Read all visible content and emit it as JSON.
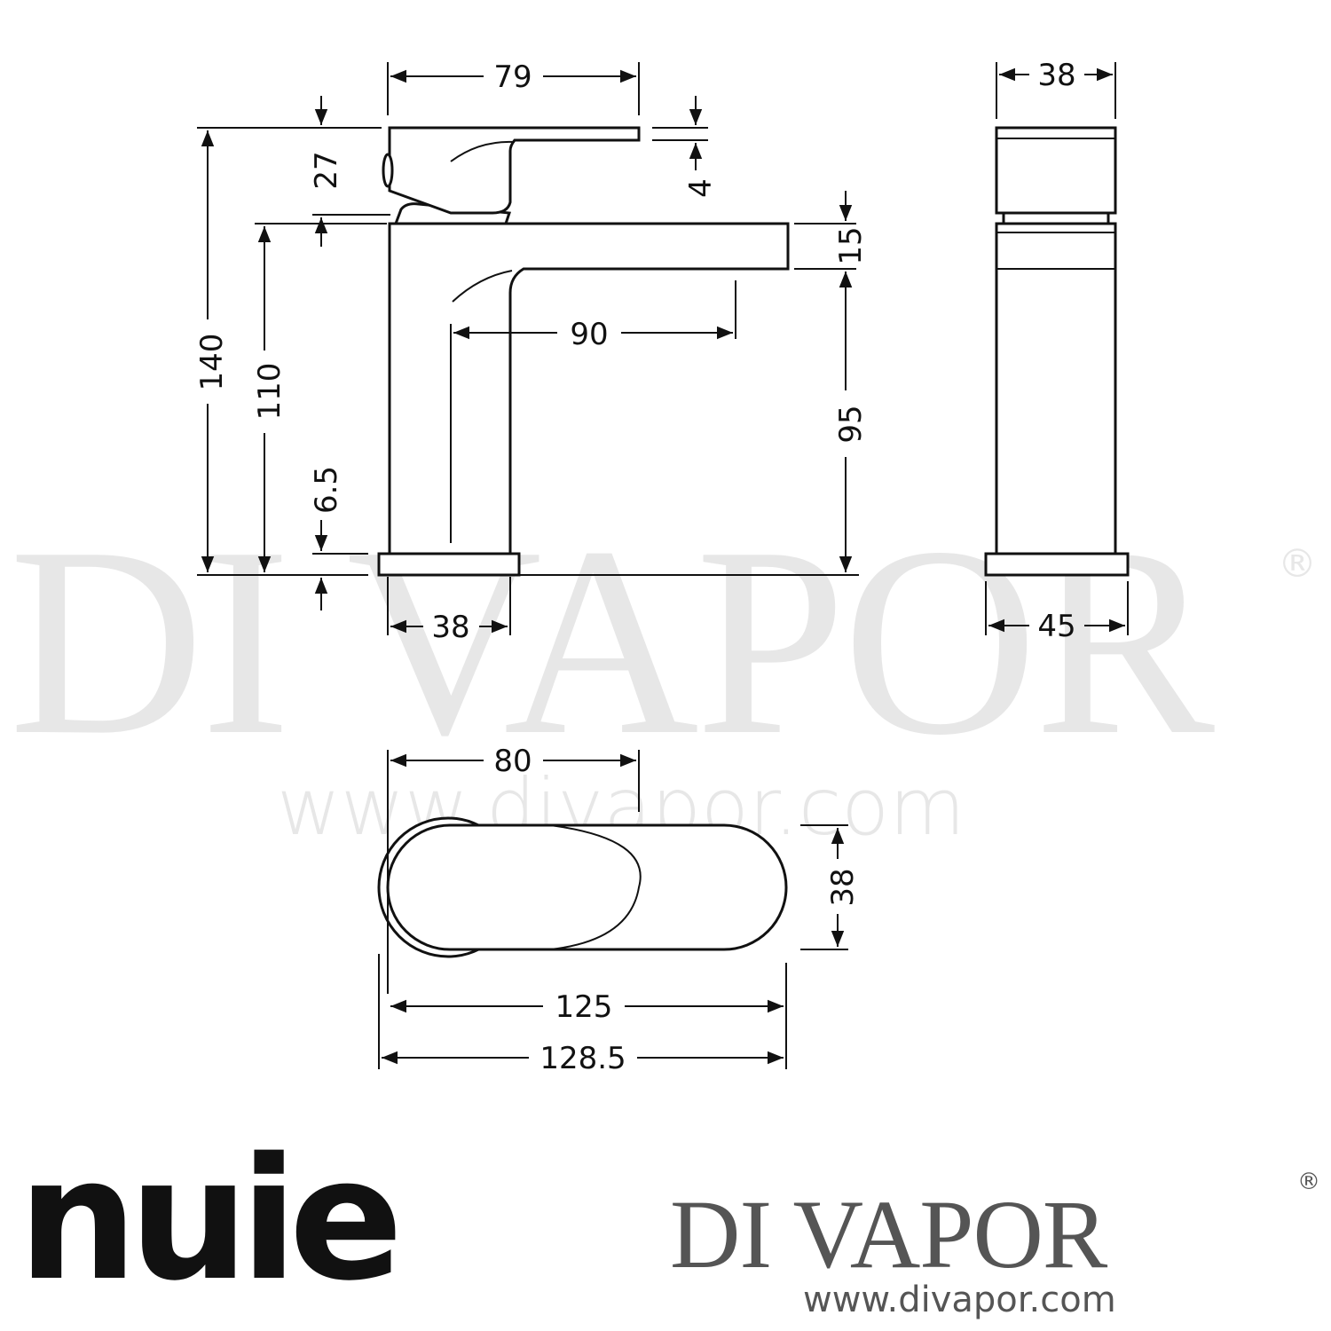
{
  "watermark": {
    "brand": "DI VAPOR",
    "registered": "®",
    "url": "www.divapor.com"
  },
  "dimensions": {
    "side_handle_width": "79",
    "lever_height": "27",
    "lever_tip": "4",
    "overall_height": "140",
    "spout_top_height": "110",
    "base_thickness": "6.5",
    "spout_thickness": "15",
    "spout_reach": "90",
    "spout_outlet_height": "95",
    "base_depth": "38",
    "front_top_width": "38",
    "front_base_width": "45",
    "plan_handle_length": "80",
    "plan_width": "38",
    "plan_length": "125",
    "plan_overall_length": "128.5"
  },
  "branding": {
    "maker": "nuie",
    "retailer": "DI VAPOR",
    "registered": "®",
    "url": "www.divapor.com"
  },
  "colors": {
    "line": "#111111",
    "watermark": "#e7e7e7",
    "retailer_text": "#555555"
  }
}
